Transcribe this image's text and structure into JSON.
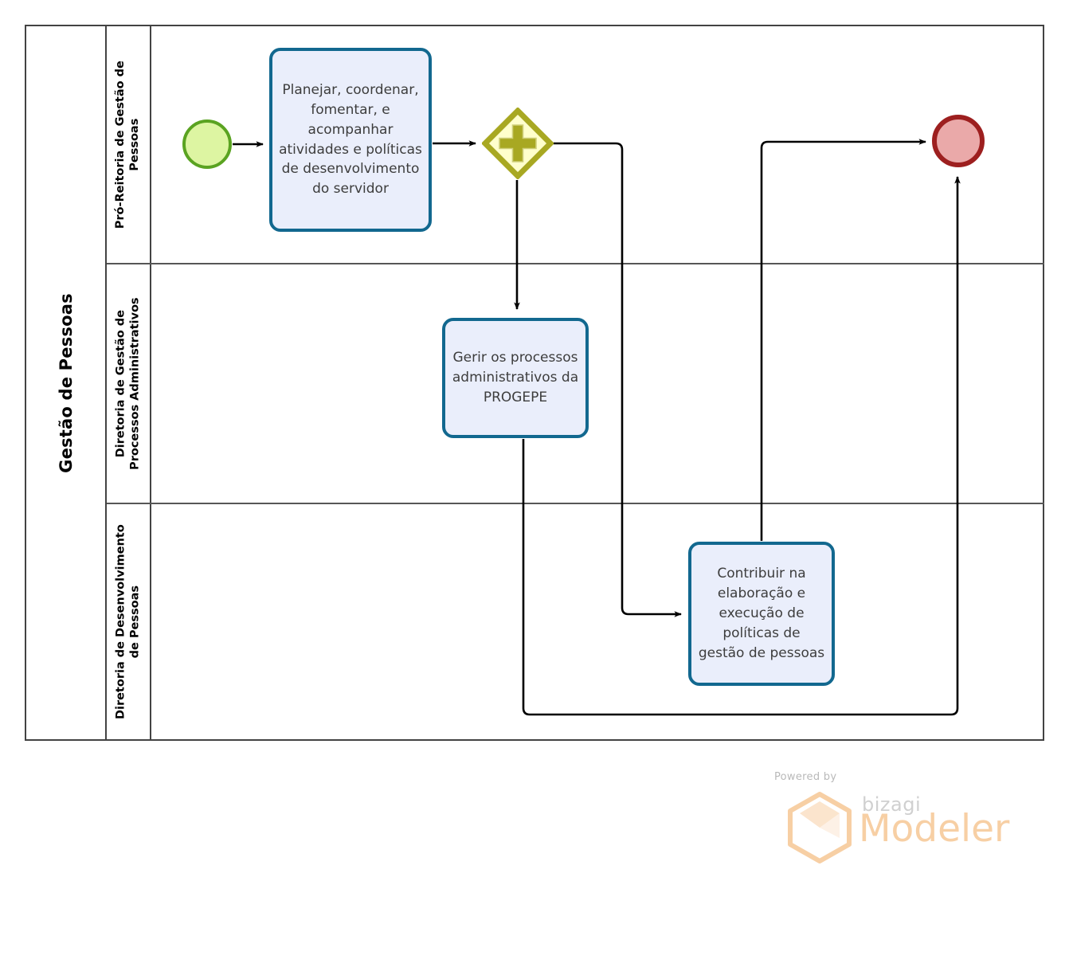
{
  "diagram": {
    "type": "bpmn-pool-lanes",
    "pool": {
      "title": "Gestão de Pessoas"
    },
    "lanes": [
      {
        "id": "lane-1",
        "label": "Pró-Reitoria de Gestão de Pessoas"
      },
      {
        "id": "lane-2",
        "label": "Diretoria de Gestão de\nProcessos Administrativos"
      },
      {
        "id": "lane-3",
        "label": "Diretoria de Desenvolvimento\nde Pessoas"
      }
    ],
    "nodes": [
      {
        "id": "start-event",
        "kind": "start-event",
        "lane": "lane-1",
        "label": "",
        "fill": "#ddf5a2",
        "stroke": "#5aa321"
      },
      {
        "id": "task-1",
        "kind": "task",
        "lane": "lane-1",
        "label": "Planejar, coordenar, fomentar, e acompanhar atividades e políticas de desenvolvimento do servidor",
        "fill": "#eaeefb",
        "stroke": "#12688f"
      },
      {
        "id": "gateway-parallel",
        "kind": "parallel-gateway",
        "lane": "lane-1",
        "label": "",
        "fill": "#ffffcc",
        "stroke": "#a8a822"
      },
      {
        "id": "task-2",
        "kind": "task",
        "lane": "lane-2",
        "label": "Gerir os processos administrativos da PROGEPE",
        "fill": "#eaeefb",
        "stroke": "#12688f"
      },
      {
        "id": "task-3",
        "kind": "task",
        "lane": "lane-3",
        "label": "Contribuir na elaboração e execução de políticas de gestão de pessoas",
        "fill": "#eaeefb",
        "stroke": "#12688f"
      },
      {
        "id": "end-event",
        "kind": "end-event",
        "lane": "lane-1",
        "label": "",
        "fill": "#eaa9a9",
        "stroke": "#9d1f1f"
      }
    ],
    "flows": [
      {
        "id": "flow-start-task1",
        "from": "start-event",
        "to": "task-1",
        "label": ""
      },
      {
        "id": "flow-task1-gateway",
        "from": "task-1",
        "to": "gateway-parallel",
        "label": ""
      },
      {
        "id": "flow-gateway-task2",
        "from": "gateway-parallel",
        "to": "task-2",
        "label": ""
      },
      {
        "id": "flow-gateway-task3",
        "from": "gateway-parallel",
        "to": "task-3",
        "label": ""
      },
      {
        "id": "flow-task3-end",
        "from": "task-3",
        "to": "end-event",
        "label": ""
      },
      {
        "id": "flow-task2-end",
        "from": "task-2",
        "to": "end-event",
        "label": ""
      }
    ],
    "colors": {
      "pool_border": "#434343",
      "lane_divider": "#565656",
      "connector": "#000000",
      "task_fill": "#eaeefb",
      "task_stroke": "#12688f",
      "start_fill": "#ddf5a2",
      "start_stroke": "#5aa321",
      "end_fill": "#eaa9a9",
      "end_stroke": "#9d1f1f",
      "gateway_fill": "#ffffcc",
      "gateway_stroke": "#a8a822",
      "brand_orange": "#f7cfa4",
      "brand_grey": "#cfcfcf"
    }
  },
  "branding": {
    "powered_by": "Powered by",
    "product_prefix": "bizagi",
    "product_name": "Modeler"
  }
}
